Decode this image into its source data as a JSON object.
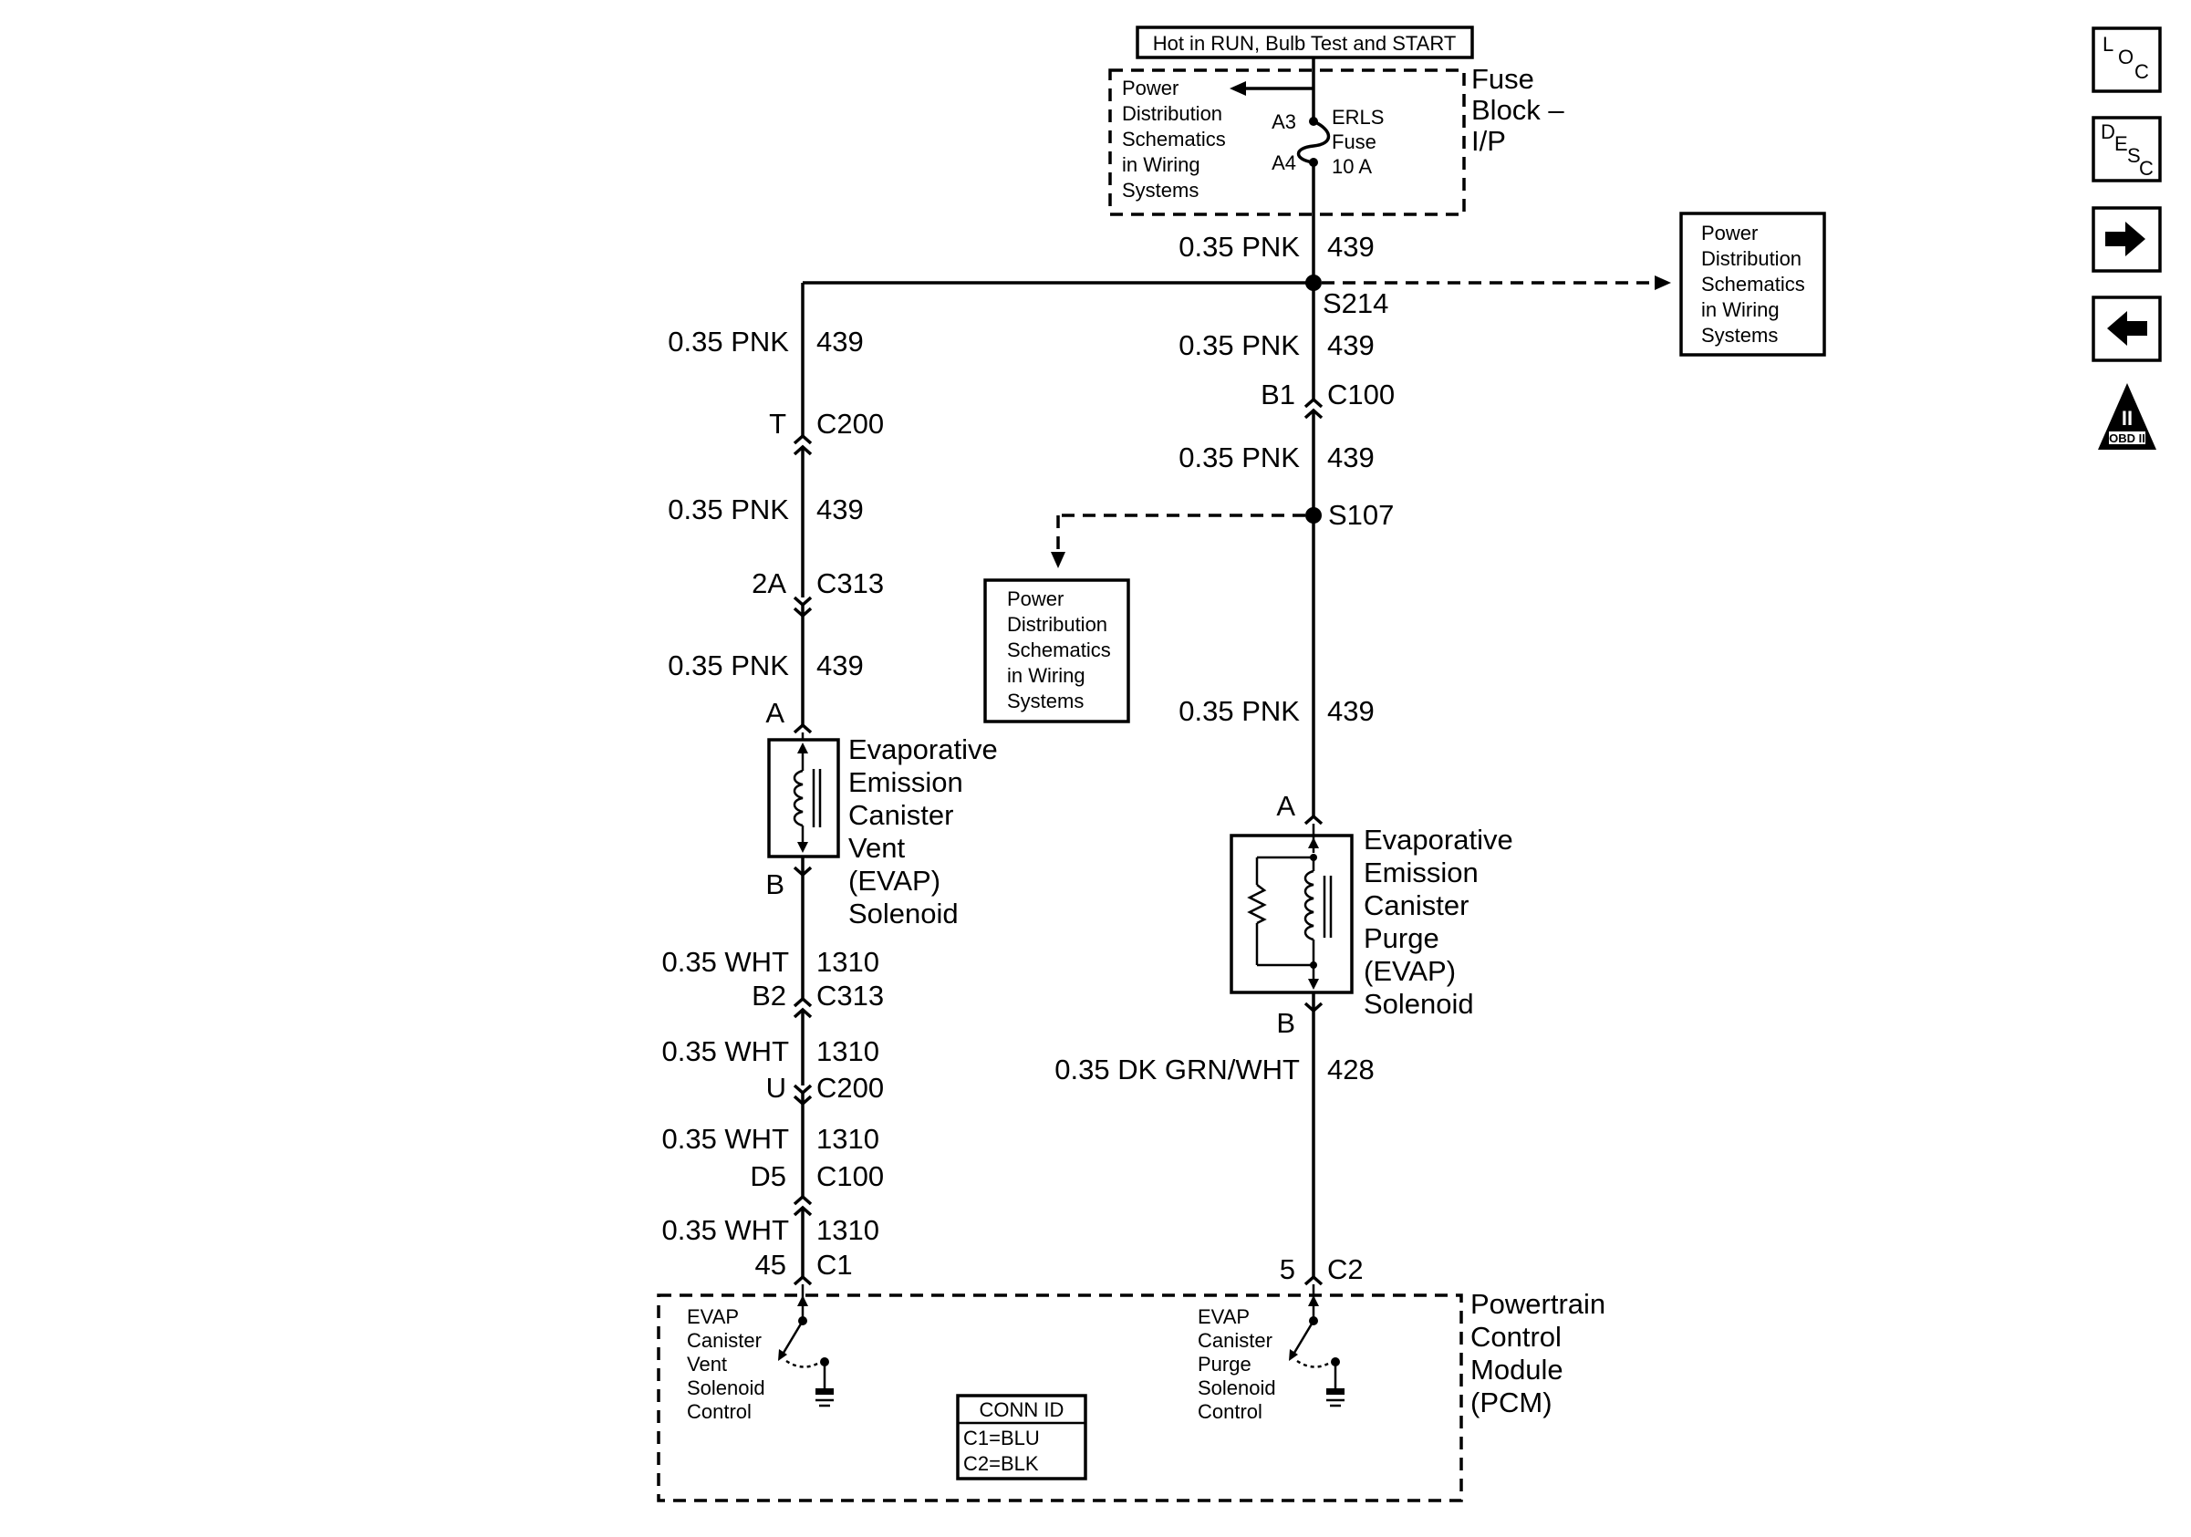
{
  "header": {
    "hot_label": "Hot in RUN, Bulb Test and START"
  },
  "fuse_block": {
    "name_line1": "Fuse",
    "name_line2": "Block –",
    "name_line3": "I/P",
    "pin_top": "A3",
    "pin_bottom": "A4",
    "fuse_line1": "ERLS",
    "fuse_line2": "Fuse",
    "fuse_line3": "10 A",
    "power_dist": [
      "Power",
      "Distribution",
      "Schematics",
      "in Wiring",
      "Systems"
    ]
  },
  "power_dist_right": [
    "Power",
    "Distribution",
    "Schematics",
    "in Wiring",
    "Systems"
  ],
  "power_dist_mid": [
    "Power",
    "Distribution",
    "Schematics",
    "in Wiring",
    "Systems"
  ],
  "splices": {
    "s214": "S214",
    "s107": "S107"
  },
  "right_branch": {
    "wire1": {
      "label": "0.35 PNK",
      "circuit": "439"
    },
    "wire2": {
      "label": "0.35 PNK",
      "circuit": "439"
    },
    "c100": {
      "pin": "B1",
      "connector": "C100"
    },
    "wire3": {
      "label": "0.35 PNK",
      "circuit": "439"
    },
    "wire4": {
      "label": "0.35 PNK",
      "circuit": "439"
    },
    "pin_a": "A",
    "pin_b": "B",
    "solenoid": [
      "Evaporative",
      "Emission",
      "Canister",
      "Purge",
      "(EVAP)",
      "Solenoid"
    ],
    "wire5": {
      "label": "0.35 DK GRN/WHT",
      "circuit": "428"
    },
    "c2": {
      "pin": "5",
      "connector": "C2"
    }
  },
  "left_branch": {
    "wire1": {
      "label": "0.35 PNK",
      "circuit": "439"
    },
    "c200_top": {
      "pin": "T",
      "connector": "C200"
    },
    "wire2": {
      "label": "0.35 PNK",
      "circuit": "439"
    },
    "c313_top": {
      "pin": "2A",
      "connector": "C313"
    },
    "wire3": {
      "label": "0.35 PNK",
      "circuit": "439"
    },
    "pin_a": "A",
    "pin_b": "B",
    "solenoid": [
      "Evaporative",
      "Emission",
      "Canister",
      "Vent",
      "(EVAP)",
      "Solenoid"
    ],
    "wire4": {
      "label": "0.35 WHT",
      "circuit": "1310"
    },
    "c313_bottom": {
      "pin": "B2",
      "connector": "C313"
    },
    "wire5": {
      "label": "0.35 WHT",
      "circuit": "1310"
    },
    "c200_bottom": {
      "pin": "U",
      "connector": "C200"
    },
    "wire6": {
      "label": "0.35 WHT",
      "circuit": "1310"
    },
    "c100": {
      "pin": "D5",
      "connector": "C100"
    },
    "wire7": {
      "label": "0.35 WHT",
      "circuit": "1310"
    },
    "c1": {
      "pin": "45",
      "connector": "C1"
    }
  },
  "pcm": {
    "name": [
      "Powertrain",
      "Control",
      "Module",
      "(PCM)"
    ],
    "vent_control": [
      "EVAP",
      "Canister",
      "Vent",
      "Solenoid",
      "Control"
    ],
    "purge_control": [
      "EVAP",
      "Canister",
      "Purge",
      "Solenoid",
      "Control"
    ],
    "conn_id_title": "CONN ID",
    "conn_id_rows": [
      "C1=BLU",
      "C2=BLK"
    ]
  },
  "nav": {
    "loc": {
      "l": "L",
      "o": "O",
      "c": "C"
    },
    "desc": {
      "d": "D",
      "e": "E",
      "s": "S",
      "c": "C"
    },
    "obd_numeral": "II",
    "obd_label": "OBD II"
  }
}
